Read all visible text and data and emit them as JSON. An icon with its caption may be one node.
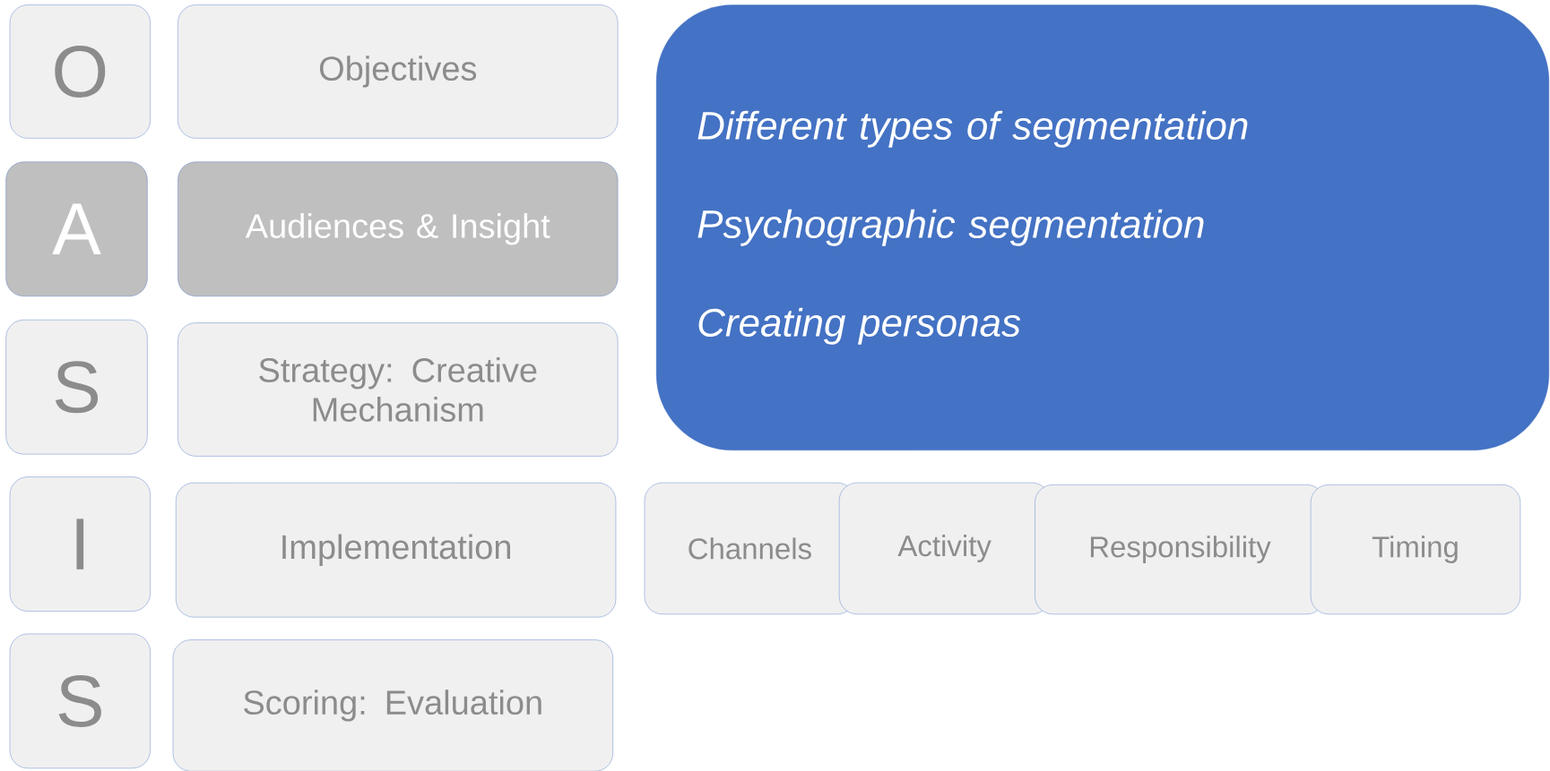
{
  "diagram": {
    "nodes": [
      {
        "text": [
          "O"
        ]
      },
      {
        "text": [
          "Objectives"
        ]
      },
      {
        "text": [
          "A"
        ]
      },
      {
        "text": [
          "Audiences & Insight"
        ]
      },
      {
        "text": [
          "S"
        ]
      },
      {
        "text": [
          "Strategy: Creative Mechanism"
        ]
      },
      {
        "text": [
          "I"
        ]
      },
      {
        "text": [
          "Implementation"
        ]
      },
      {
        "text": [
          "S"
        ]
      },
      {
        "text": [
          "Scoring: Evaluation"
        ]
      },
      {
        "text": [
          "Different types of segmentation",
          "Psychographic segmentation",
          "Creating personas"
        ]
      },
      {
        "text": [
          "Channels"
        ]
      },
      {
        "text": [
          "Activity"
        ]
      },
      {
        "text": [
          "Responsibility"
        ]
      },
      {
        "text": [
          "Timing"
        ]
      }
    ]
  }
}
